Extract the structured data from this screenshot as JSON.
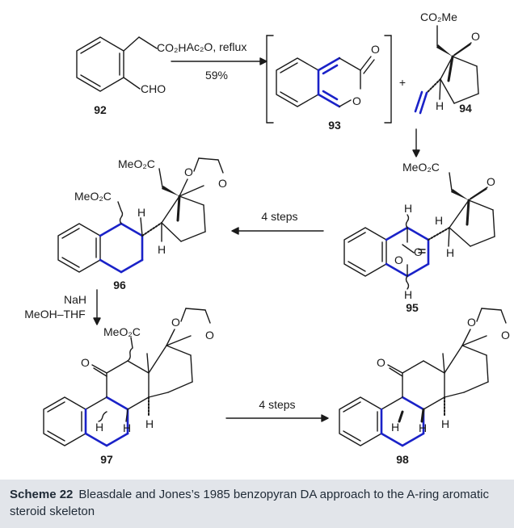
{
  "compounds": {
    "c92": "92",
    "c93": "93",
    "c94": "94",
    "c95": "95",
    "c96": "96",
    "c97": "97",
    "c98": "98"
  },
  "reagents": {
    "step1_line1": "Ac₂O, reflux",
    "step1_line2": "59%",
    "plus": "+",
    "step2": "4 steps",
    "step3_line1": "NaH",
    "step3_line2": "MeOH–THF",
    "step4": "4 steps"
  },
  "atom_labels": {
    "co2h": "CO₂H",
    "cho": "CHO",
    "o": "O",
    "co2me": "CO₂Me",
    "meo2c": "MeO₂C",
    "h": "H"
  },
  "caption": {
    "label": "Scheme 22",
    "text": "Bleasdale and Jones’s 1985 benzopyran DA approach to the A-ring aromatic steroid skeleton"
  },
  "colors": {
    "bond": "#1a1a1a",
    "highlight": "#1a22c8",
    "caption_bg": "#e2e5ea"
  }
}
